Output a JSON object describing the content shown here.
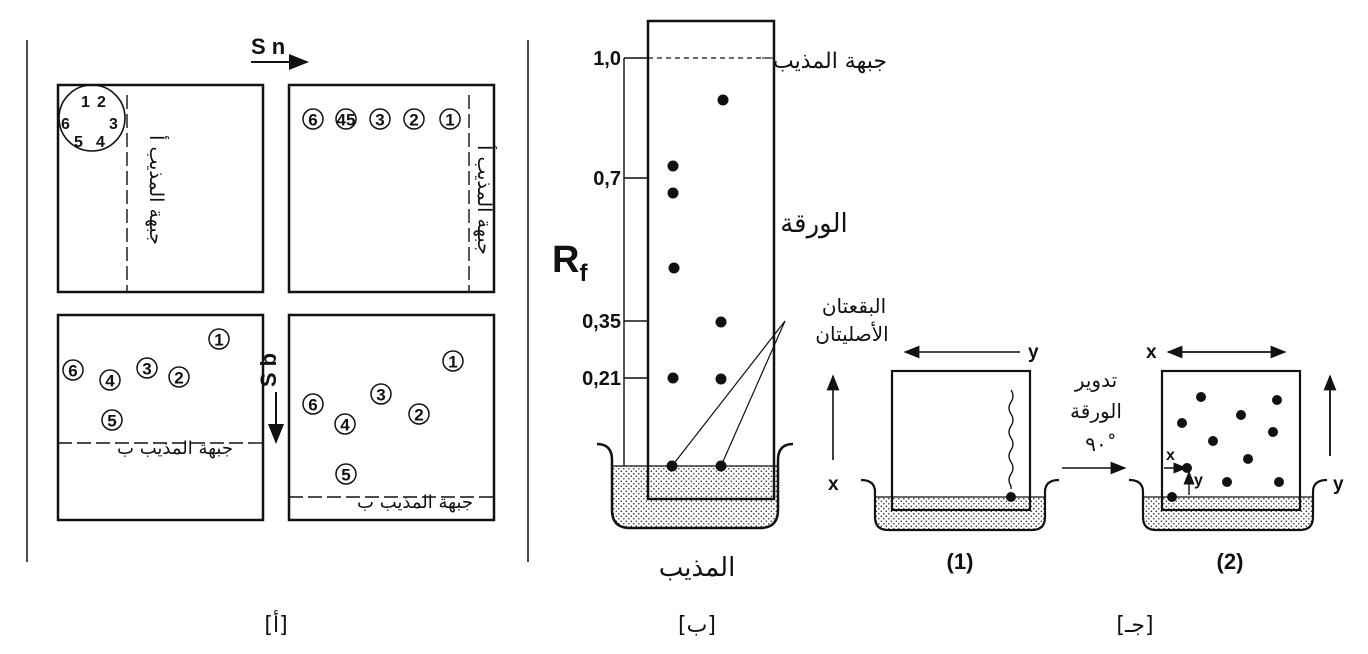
{
  "panel_a": {
    "label": "[أ]",
    "sn_label": "S n",
    "sb_label": "S b",
    "front_a_1": "جبهة المذيب أ",
    "front_a_2": "جبهة المذيب أ",
    "front_b_1": "جبهة المذيب ب",
    "front_b_2": "جبهة المذيب ب",
    "circle_digits": [
      "1",
      "2",
      "3",
      "4",
      "5",
      "6"
    ],
    "row_spots": [
      "6",
      "45",
      "3",
      "2",
      "1"
    ],
    "spots_c": [
      "1",
      "6",
      "4",
      "3",
      "2",
      "5"
    ],
    "spots_d": [
      "1",
      "6",
      "3",
      "4",
      "2",
      "5"
    ]
  },
  "panel_b": {
    "label": "[ب]",
    "solvent_front": "جبهة المذيب",
    "paper": "الورقة",
    "rf_main": "R",
    "rf_sub": "f",
    "spots_label_1": "البقعتان",
    "spots_label_2": "الأصليتان",
    "solvent": "المذيب",
    "ticks": [
      "1,0",
      "0,7",
      "0,35",
      "0,21"
    ]
  },
  "panel_c": {
    "label": "[جـ]",
    "rotate_1": "تدوير",
    "rotate_2": "الورقة",
    "rotate_3": "٩٠ْ",
    "fig1": "(1)",
    "fig2": "(2)",
    "x": "x",
    "y": "y"
  }
}
